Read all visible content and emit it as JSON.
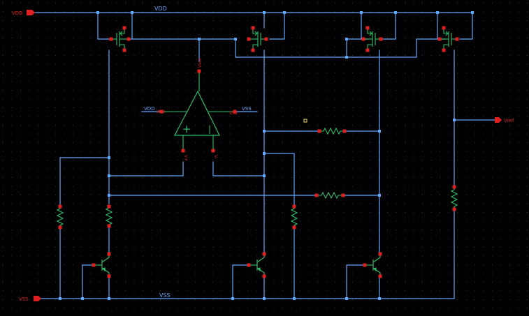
{
  "schematic": {
    "colors": {
      "background": "#000000",
      "grid_dot": "#3a3a3a",
      "wire": "#5fa8ff",
      "junction": "#5fa8ff",
      "device": "#2fc06b",
      "pin": "#e02020",
      "pin_label": "#e02020",
      "net_label": "#5fa8ff",
      "port": "#e02020",
      "port_label": "#e02020",
      "selection": "#e8e070"
    },
    "ports": {
      "vdd_in": "VDD",
      "vss_in": "VSS",
      "vref_out": "Vref"
    },
    "nets": {
      "top_rail": "VDD",
      "bottom_rail": "VSS"
    },
    "opamp": {
      "pin_vdd_net": "VDD",
      "pin_vdd": "VDD",
      "pin_vss": "VSS",
      "pin_vss_net": "VSS",
      "pin_out": "Vout",
      "pin_inp": "V+",
      "pin_inn": "V-",
      "sym_plus": "+",
      "sym_minus": "|"
    }
  }
}
